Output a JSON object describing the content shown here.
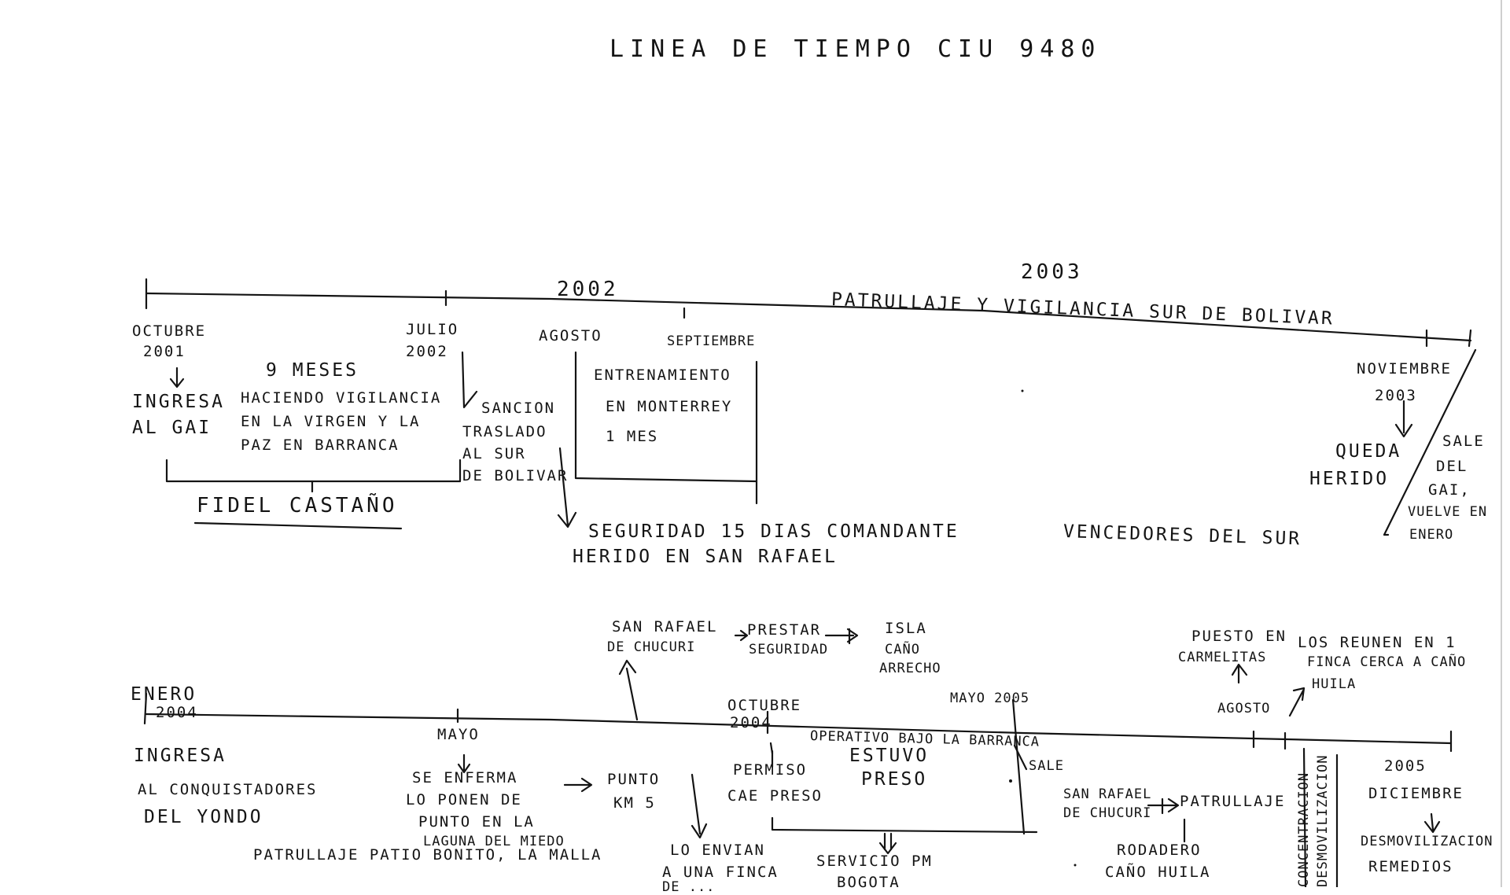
{
  "title": "LINEA DE TIEMPO CIU 9480",
  "timeline1": {
    "year_2002": "2002",
    "year_2003": "2003",
    "period_label": "PATRULLAJE Y VIGILANCIA SUR DE BOLIVAR",
    "octubre": "OCTUBRE",
    "octubre_year": "2001",
    "ingresa": [
      "INGRESA",
      "AL GAI"
    ],
    "nueve_meses": "9 MESES",
    "vigilancia": [
      "HACIENDO VIGILANCIA",
      "EN LA VIRGEN Y LA",
      "PAZ EN BARRANCA"
    ],
    "fidel": "FIDEL CASTAÑO",
    "julio": "JULIO",
    "julio_year": "2002",
    "sancion": [
      "SANCION",
      "TRASLADO",
      "AL SUR",
      "DE BOLIVAR"
    ],
    "agosto": "AGOSTO",
    "septiembre": "SEPTIEMBRE",
    "entrenamiento": [
      "ENTRENAMIENTO",
      "EN MONTERREY",
      "1 MES"
    ],
    "seguridad": [
      "SEGURIDAD 15 DIAS COMANDANTE",
      "HERIDO EN SAN RAFAEL"
    ],
    "vencedores": "VENCEDORES DEL SUR",
    "noviembre": "NOVIEMBRE",
    "noviembre_year": "2003",
    "herido": [
      "QUEDA",
      "HERIDO"
    ],
    "sale_gai": [
      "SALE",
      "DEL",
      "GAI,",
      "VUELVE EN",
      "ENERO"
    ]
  },
  "timeline2": {
    "enero": "ENERO",
    "enero_year": "2004",
    "conquistadores": [
      "INGRESA",
      "AL CONQUISTADORES",
      "DEL YONDO"
    ],
    "mayo": "MAYO",
    "enferma": [
      "SE ENFERMA",
      "LO PONEN DE",
      "PUNTO EN LA",
      "LAGUNA DEL MIEDO"
    ],
    "patrullaje_patio": "PATRULLAJE PATIO BONITO, LA MALLA",
    "punto": [
      "PUNTO",
      "KM 5"
    ],
    "envian": [
      "LO ENVIAN",
      "A UNA FINCA",
      "DE ..."
    ],
    "san_rafael_top": [
      "SAN RAFAEL",
      "DE CHUCURI"
    ],
    "prestar": [
      "PRESTAR",
      "SEGURIDAD"
    ],
    "isla": [
      "ISLA",
      "CAÑO",
      "ARRECHO"
    ],
    "octubre": "OCTUBRE",
    "octubre_year": "2004",
    "permiso": [
      "PERMISO",
      "CAE PRESO"
    ],
    "operativo": "OPERATIVO BAJO LA BARRANCA",
    "estuvo": [
      "ESTUVO",
      "PRESO"
    ],
    "servicio": [
      "SERVICIO PM",
      "BOGOTA"
    ],
    "mayo2005": "MAYO 2005",
    "sale": "SALE",
    "san_rafael_bottom": [
      "SAN RAFAEL",
      "DE CHUCURI"
    ],
    "patrullaje": "PATRULLAJE",
    "rodadero": [
      "RODADERO",
      "CAÑO HUILA"
    ],
    "puesto": [
      "PUESTO EN",
      "CARMELITAS"
    ],
    "agosto": "AGOSTO",
    "reunen": [
      "LOS REUNEN EN 1",
      "FINCA CERCA A CAÑO",
      "HUILA"
    ],
    "concentracion": [
      "CONCENTRACION",
      "DESMOVILIZACION"
    ],
    "anio_2005": "2005",
    "diciembre": "DICIEMBRE",
    "desmovilizacion": [
      "DESMOVILIZACION",
      "REMEDIOS"
    ]
  }
}
